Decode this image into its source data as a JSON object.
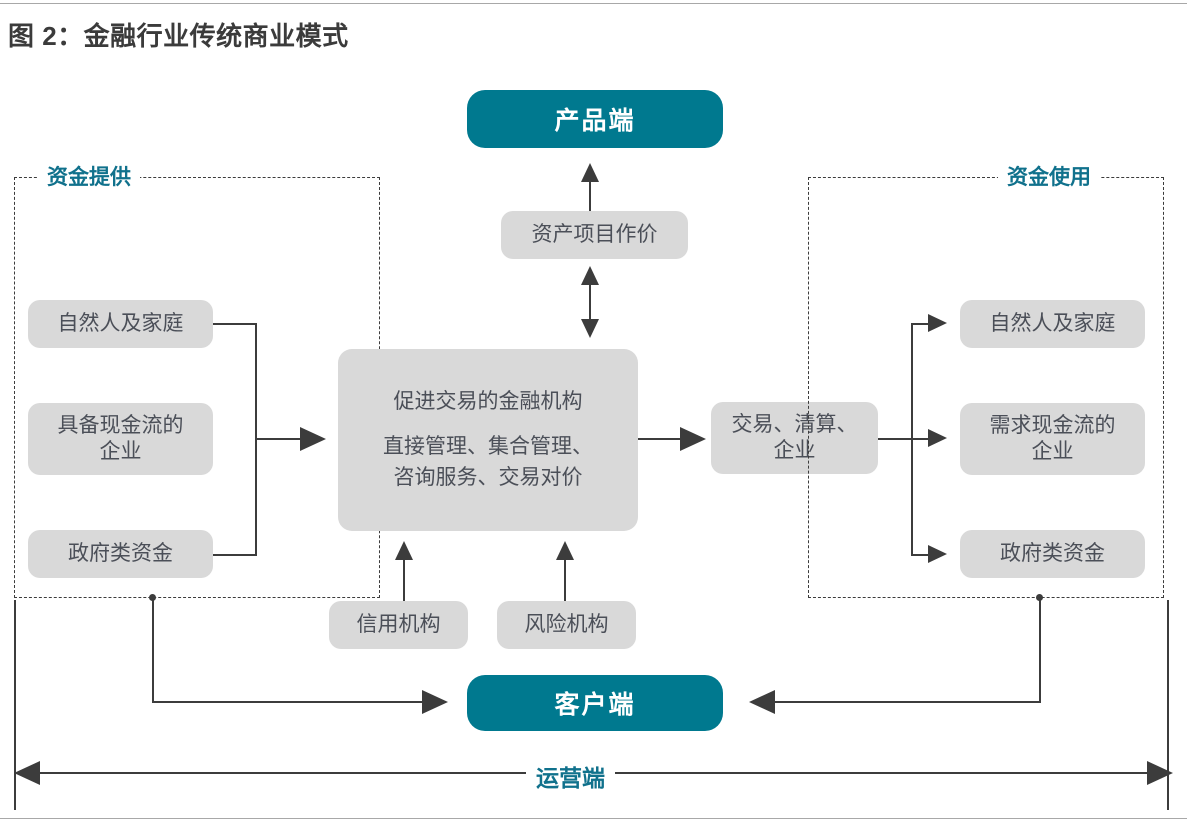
{
  "figure": {
    "title": "图 2：金融行业传统商业模式",
    "accent_teal": "#00798f",
    "node_grey": "#d9d9d9",
    "line_color": "#3c3c3c",
    "label_color": "#10718c"
  },
  "top": {
    "product_end": "产品端",
    "asset_pricing": "资产项目作价"
  },
  "left_group": {
    "label": "资金提供",
    "items": [
      {
        "label": "自然人及家庭"
      },
      {
        "label": "具备现金流的",
        "label2": "企业"
      },
      {
        "label": "政府类资金"
      }
    ]
  },
  "center": {
    "line1": "促进交易的金融机构",
    "line2": "直接管理、集合管理、",
    "line3": "咨询服务、交易对价"
  },
  "clearing": {
    "line1": "交易、清算、",
    "line2": "企业"
  },
  "right_group": {
    "label": "资金使用",
    "items": [
      {
        "label": "自然人及家庭"
      },
      {
        "label": "需求现金流的",
        "label2": "企业"
      },
      {
        "label": "政府类资金"
      }
    ]
  },
  "support": {
    "credit_institution": "信用机构",
    "risk_institution": "风险机构"
  },
  "bottom": {
    "customer_end": "客户端",
    "operations_end": "运营端"
  }
}
